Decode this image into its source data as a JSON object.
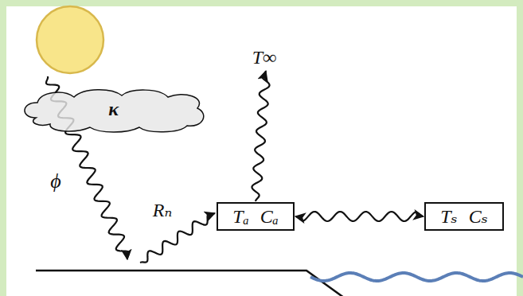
{
  "diagram": {
    "nodes": [
      {
        "text": [
          "κ"
        ]
      },
      {
        "text": [
          "Tₐ",
          "Cₐ"
        ]
      },
      {
        "text": [
          "Tₛ",
          "Cₛ"
        ]
      }
    ],
    "edges": [
      {
        "from": 1,
        "to": 2,
        "arrow": "both"
      }
    ],
    "labels": [
      "T∞",
      "ϕ",
      "Rₙ"
    ]
  }
}
